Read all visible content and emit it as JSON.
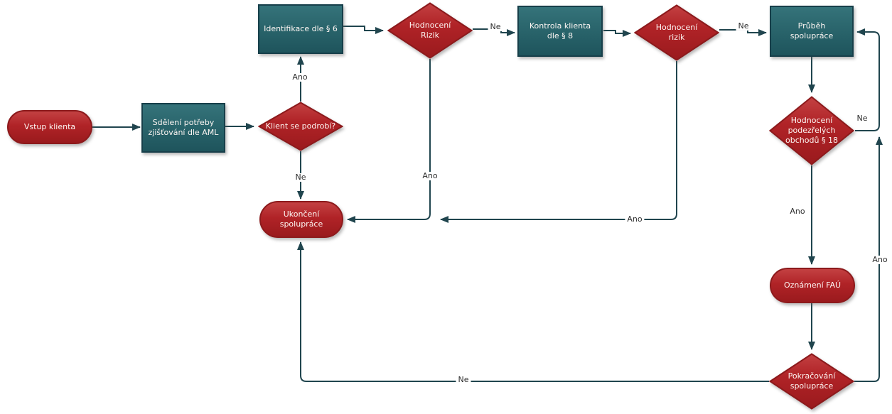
{
  "diagram": {
    "type": "flowchart",
    "language": "cs",
    "background": "#ffffff",
    "colors": {
      "process_fill_top": "#35737a",
      "process_fill_bottom": "#1e545c",
      "process_border": "#173f4a",
      "red_fill_top": "#c34142",
      "red_fill_bottom": "#9a1a1d",
      "red_border": "#8c1a1c",
      "connector": "#20454e",
      "node_text": "#fdf6f3",
      "edge_label_text": "#2d2d2d"
    },
    "nodes": [
      {
        "id": "start",
        "shape": "terminator",
        "label": "Vstup klienta"
      },
      {
        "id": "sdeleni-potreby",
        "shape": "process",
        "label": "Sdělení potřeby zjišťování dle AML"
      },
      {
        "id": "klient-se-podrobi",
        "shape": "decision",
        "label": "Klient se podrobí?"
      },
      {
        "id": "identifikace",
        "shape": "process",
        "label": "Identifikace dle § 6"
      },
      {
        "id": "hodnoceni-rizik-1",
        "shape": "decision",
        "label": "Hodnocení Rizik"
      },
      {
        "id": "kontrola-klienta",
        "shape": "process",
        "label": "Kontrola klienta dle § 8"
      },
      {
        "id": "hodnoceni-rizik-2",
        "shape": "decision",
        "label": "Hodnocení rizik"
      },
      {
        "id": "prubeh-spoluprace",
        "shape": "process",
        "label": "Průběh spolupráce"
      },
      {
        "id": "hodnoceni-podezrelych",
        "shape": "decision",
        "label": "Hodnocení podezřelých obchodů § 18"
      },
      {
        "id": "oznameni-fau",
        "shape": "terminator",
        "label": "Oznámení FAÚ"
      },
      {
        "id": "pokracovani-spoluprace",
        "shape": "decision",
        "label": "Pokračování spolupráce"
      },
      {
        "id": "ukonceni-spoluprace",
        "shape": "terminator",
        "label": "Ukončení spolupráce"
      }
    ],
    "edges": [
      {
        "from": "start",
        "to": "sdeleni-potreby",
        "label": ""
      },
      {
        "from": "sdeleni-potreby",
        "to": "klient-se-podrobi",
        "label": ""
      },
      {
        "from": "klient-se-podrobi",
        "to": "identifikace",
        "label": "Ano"
      },
      {
        "from": "klient-se-podrobi",
        "to": "ukonceni-spoluprace",
        "label": "Ne"
      },
      {
        "from": "identifikace",
        "to": "hodnoceni-rizik-1",
        "label": ""
      },
      {
        "from": "hodnoceni-rizik-1",
        "to": "kontrola-klienta",
        "label": "Ne"
      },
      {
        "from": "hodnoceni-rizik-1",
        "to": "ukonceni-spoluprace",
        "label": "Ano"
      },
      {
        "from": "kontrola-klienta",
        "to": "hodnoceni-rizik-2",
        "label": ""
      },
      {
        "from": "hodnoceni-rizik-2",
        "to": "prubeh-spoluprace",
        "label": "Ne"
      },
      {
        "from": "hodnoceni-rizik-2",
        "to": "ukonceni-spoluprace",
        "label": "Ano"
      },
      {
        "from": "prubeh-spoluprace",
        "to": "hodnoceni-podezrelych",
        "label": ""
      },
      {
        "from": "hodnoceni-podezrelych",
        "to": "prubeh-spoluprace",
        "label": "Ne"
      },
      {
        "from": "hodnoceni-podezrelych",
        "to": "oznameni-fau",
        "label": "Ano"
      },
      {
        "from": "oznameni-fau",
        "to": "pokracovani-spoluprace",
        "label": ""
      },
      {
        "from": "pokracovani-spoluprace",
        "to": "prubeh-spoluprace",
        "label": "Ano"
      },
      {
        "from": "pokracovani-spoluprace",
        "to": "ukonceni-spoluprace",
        "label": "Ne"
      }
    ]
  }
}
